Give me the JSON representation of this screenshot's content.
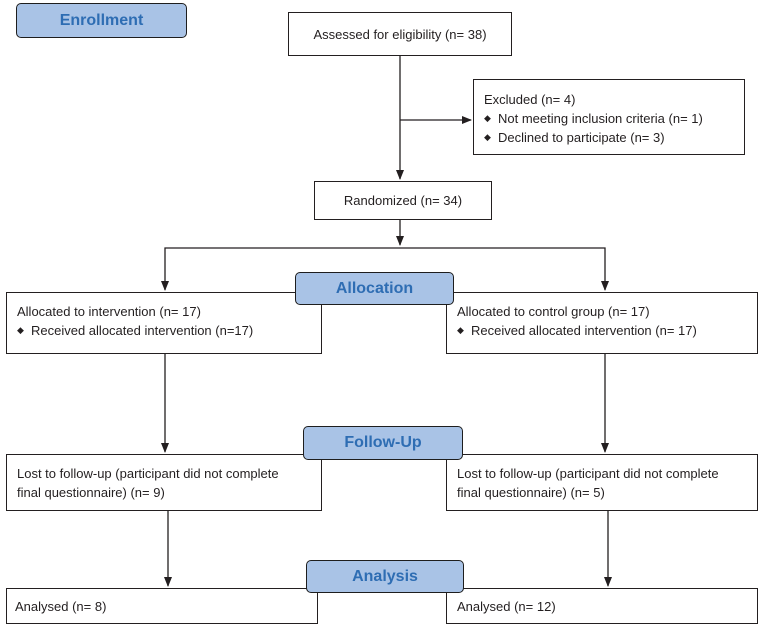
{
  "stages": {
    "enrollment": "Enrollment",
    "allocation": "Allocation",
    "follow_up": "Follow-Up",
    "analysis": "Analysis"
  },
  "assessed": "Assessed for eligibility (n= 38)",
  "excluded": {
    "title": "Excluded  (n= 4)",
    "items": [
      "Not meeting inclusion criteria (n= 1)",
      "Declined to participate (n= 3)"
    ]
  },
  "randomized": "Randomized (n= 34)",
  "allocation": {
    "intervention": {
      "title": "Allocated to intervention (n= 17)",
      "item": "Received allocated intervention (n=17)"
    },
    "control": {
      "title": "Allocated to control group (n= 17)",
      "item": "Received allocated intervention (n= 17)"
    }
  },
  "follow_up": {
    "intervention": {
      "line1": "Lost to follow-up (participant did not complete",
      "line2": "final questionnaire) (n= 9)"
    },
    "control": {
      "line1": "Lost to follow-up (participant did not complete",
      "line2": "final questionnaire) (n= 5)"
    }
  },
  "analysis": {
    "intervention": "Analysed  (n= 8)",
    "control": "Analysed  (n= 12)"
  },
  "colors": {
    "stage_fill": "#a9c3e6",
    "stage_text": "#2e6db3",
    "line": "#231f20"
  },
  "bullet_icon": "diamond-icon"
}
